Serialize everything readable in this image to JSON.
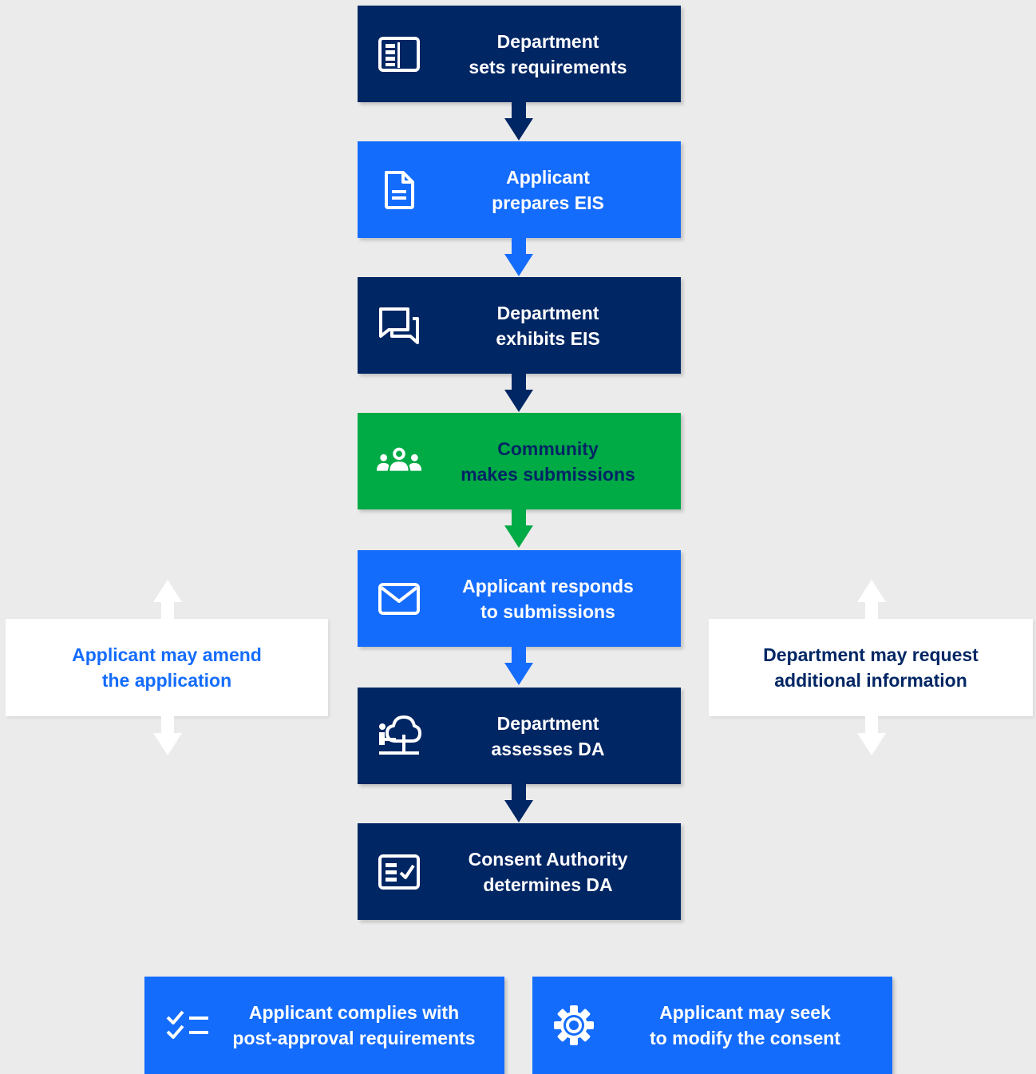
{
  "colors": {
    "navy": "#002664",
    "blue": "#146cfd",
    "green": "#00aa45",
    "background": "#ebebeb",
    "white": "#ffffff"
  },
  "steps": [
    {
      "icon": "list-document-icon",
      "line1": "Department",
      "line2": "sets requirements"
    },
    {
      "icon": "file-icon",
      "line1": "Applicant",
      "line2": "prepares EIS"
    },
    {
      "icon": "chat-icon",
      "line1": "Department",
      "line2": "exhibits EIS"
    },
    {
      "icon": "people-icon",
      "line1": "Community",
      "line2": "makes submissions"
    },
    {
      "icon": "mail-icon",
      "line1": "Applicant responds",
      "line2": "to submissions"
    },
    {
      "icon": "person-tree-icon",
      "line1": "Department",
      "line2": "assesses DA"
    },
    {
      "icon": "checklist-document-icon",
      "line1": "Consent Authority",
      "line2": "determines DA"
    }
  ],
  "side_left": {
    "line1": "Applicant may amend",
    "line2": "the application"
  },
  "side_right": {
    "line1": "Department may request",
    "line2": "additional information"
  },
  "bottom": [
    {
      "icon": "checklist-icon",
      "line1": "Applicant complies with",
      "line2": "post-approval requirements"
    },
    {
      "icon": "gear-icon",
      "line1": "Applicant may seek",
      "line2": "to modify the consent"
    }
  ]
}
